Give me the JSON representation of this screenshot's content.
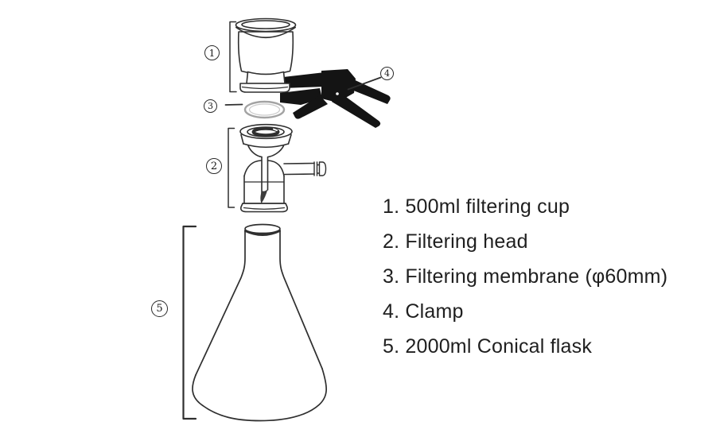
{
  "diagram": {
    "callouts": [
      "1",
      "2",
      "3",
      "4",
      "5"
    ],
    "parts": [
      {
        "number": "1",
        "name": "500ml filtering cup"
      },
      {
        "number": "2",
        "name": "Filtering head"
      },
      {
        "number": "3",
        "name": "Filtering membrane (φ60mm)"
      },
      {
        "number": "4",
        "name": "Clamp"
      },
      {
        "number": "5",
        "name": "2000ml Conical flask"
      }
    ]
  },
  "legend": {
    "items": [
      "1. 500ml filtering cup",
      "2. Filtering head",
      "3. Filtering membrane (φ60mm)",
      "4. Clamp",
      "5. 2000ml Conical flask"
    ]
  },
  "colors": {
    "ink": "#2f2f2f",
    "clamp": "#141414",
    "membrane": "#a3a3a3",
    "legend_text": "#1f1f1f",
    "background": "#ffffff"
  }
}
